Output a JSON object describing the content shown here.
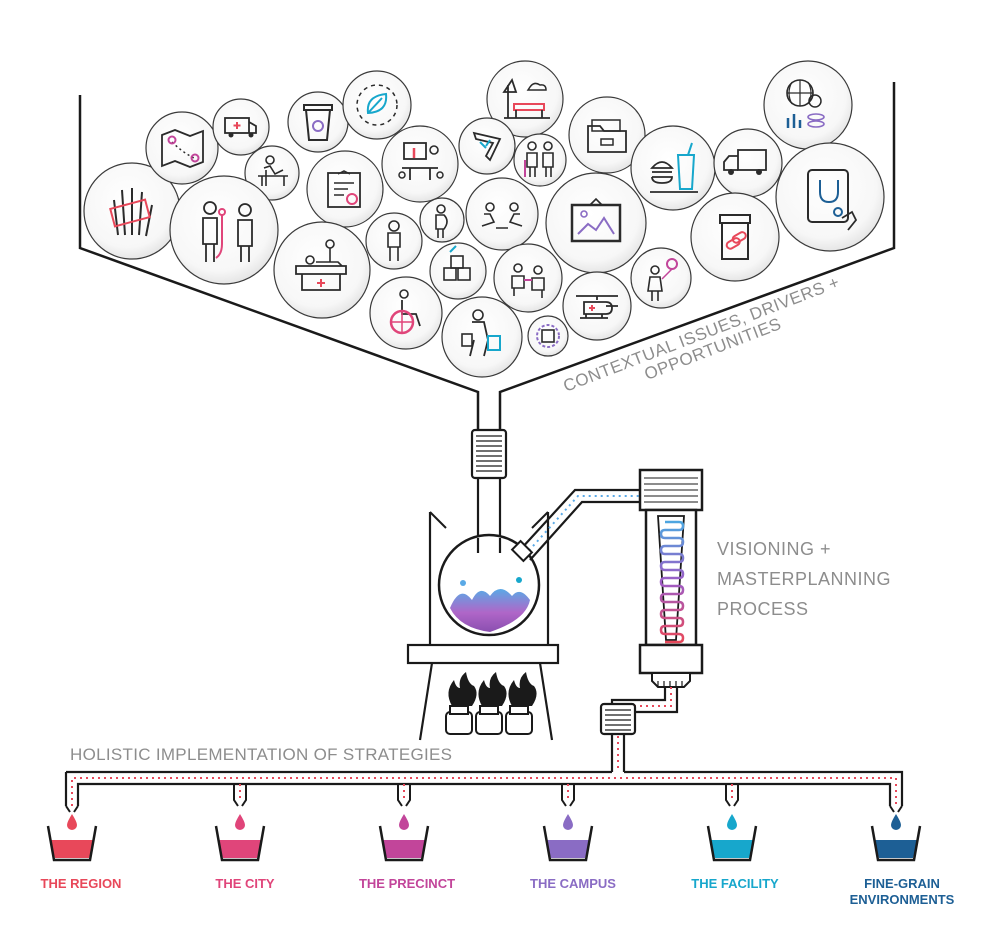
{
  "labels": {
    "funnel": "CONTEXTUAL ISSUES, DRIVERS + OPPORTUNITIES",
    "funnel_line1": "CONTEXTUAL ISSUES, DRIVERS +",
    "funnel_line2": "OPPORTUNITIES",
    "process_line1": "VISIONING +",
    "process_line2": "MASTERPLANNING",
    "process_line3": "PROCESS",
    "implementation": "HOLISTIC IMPLEMENTATION OF STRATEGIES"
  },
  "outputs": [
    {
      "label": "THE REGION",
      "color": "#e8485a"
    },
    {
      "label": "THE CITY",
      "color": "#e0457a"
    },
    {
      "label": "THE PRECINCT",
      "color": "#c2459a"
    },
    {
      "label": "THE CAMPUS",
      "color": "#8a6cc4"
    },
    {
      "label": "THE FACILITY",
      "color": "#17a7cc"
    },
    {
      "label": "FINE-GRAIN ENVIRONMENTS",
      "line1": "FINE-GRAIN",
      "line2": "ENVIRONMENTS",
      "color": "#1d5f95"
    }
  ],
  "icons": [
    "hand-xray-icon",
    "map-route-icon",
    "ambulance-icon",
    "coffee-cup-icon",
    "leaf-recycle-icon",
    "park-bench-icon",
    "boomerang-icon",
    "folder-icon",
    "finance-globe-icon",
    "student-desk-icon",
    "meeting-icon",
    "elderly-couple-icon",
    "food-drink-icon",
    "truck-icon",
    "tablet-stethoscope-icon",
    "doctor-patient-icon",
    "diploma-icon",
    "pregnant-woman-icon",
    "children-play-icon",
    "painting-icon",
    "medicine-bottle-icon",
    "hospital-bed-icon",
    "worker-icon",
    "warehouse-icon",
    "caregiver-icon",
    "balloon-person-icon",
    "wheelchair-icon",
    "shopper-icon",
    "gear-box-icon",
    "helicopter-icon"
  ]
}
